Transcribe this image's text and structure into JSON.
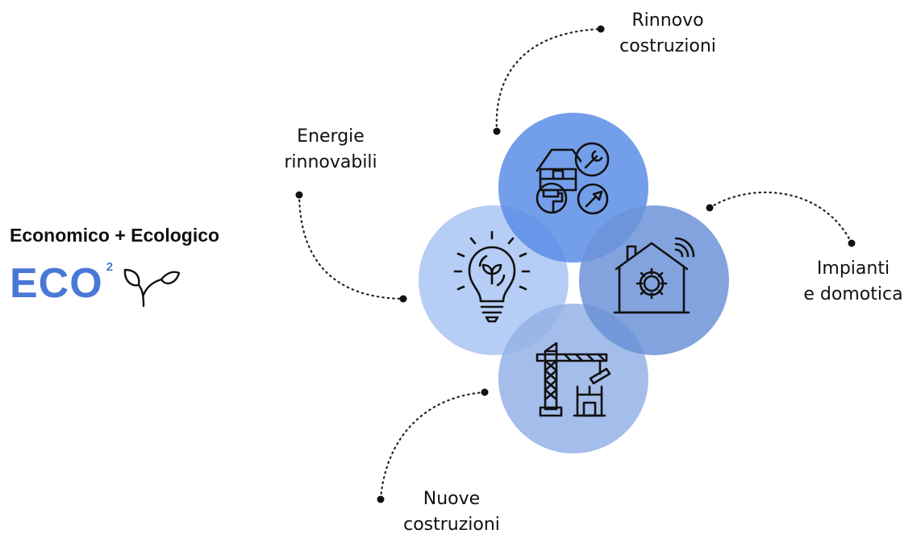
{
  "brand": {
    "tagline": "Economico + Ecologico",
    "logo_word": "ECO",
    "logo_superscript": "2",
    "logo_icon": "sprout-icon",
    "accent_color": "#4a78d6"
  },
  "topics": [
    {
      "id": "rinnovo",
      "line1": "Rinnovo",
      "line2": "costruzioni",
      "icon": "renovation-icon",
      "color": "#5b8de6"
    },
    {
      "id": "energie",
      "line1": "Energie",
      "line2": "rinnovabili",
      "icon": "lightbulb-sprout-icon",
      "color": "#a9c4f3"
    },
    {
      "id": "impianti",
      "line1": "Impianti",
      "line2": "e domotica",
      "icon": "smart-home-icon",
      "color": "#6c93d8"
    },
    {
      "id": "nuove",
      "line1": "Nuove",
      "line2": "costruzioni",
      "icon": "crane-icon",
      "color": "#94b2e6"
    }
  ]
}
